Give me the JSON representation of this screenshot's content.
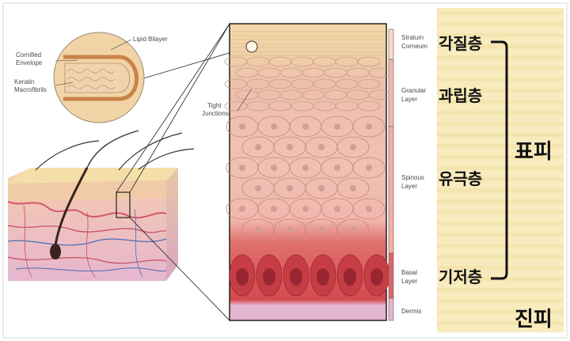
{
  "inset_labels": {
    "cornified_1": "Cornified",
    "cornified_2": "Envelope",
    "lipid": "Lipid Bilayer",
    "keratin_1": "Keratin",
    "keratin_2": "Macrofibrils"
  },
  "tight_junctions": {
    "line1": "Tight",
    "line2": "Junctions"
  },
  "layers": [
    {
      "en1": "Stratum",
      "en2": "Corneum",
      "ko": "각질층"
    },
    {
      "en1": "Granular",
      "en2": "Layer",
      "ko": "과립층"
    },
    {
      "en1": "Spinous",
      "en2": "Layer",
      "ko": "유극층"
    },
    {
      "en1": "Basal",
      "en2": "Layer",
      "ko": "기저층"
    },
    {
      "en1": "Dermis",
      "en2": "",
      "ko": ""
    }
  ],
  "groups": {
    "epidermis": "표피",
    "dermis": "진피"
  }
}
